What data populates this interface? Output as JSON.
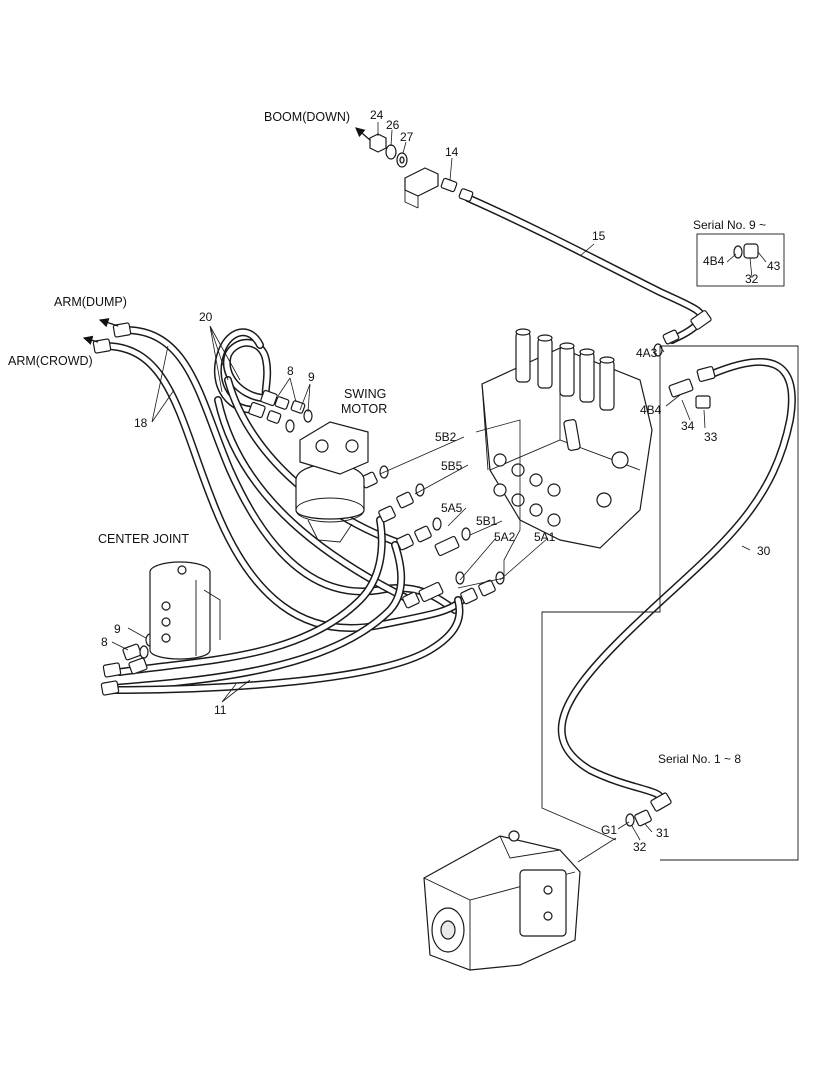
{
  "labels": {
    "boom_down": "BOOM(DOWN)",
    "arm_dump": "ARM(DUMP)",
    "arm_crowd": "ARM(CROWD)",
    "swing_motor_1": "SWING",
    "swing_motor_2": "MOTOR",
    "center_joint": "CENTER JOINT",
    "serial_9": "Serial No. 9 ~",
    "serial_1_8": "Serial No. 1 ~ 8"
  },
  "part_numbers": {
    "p24": "24",
    "p26": "26",
    "p27": "27",
    "p14": "14",
    "p15": "15",
    "p4b4_box": "4B4",
    "p32_box": "32",
    "p43": "43",
    "p20": "20",
    "p8_top": "8",
    "p9_top": "9",
    "p18": "18",
    "p4a3": "4A3",
    "p4b4": "4B4",
    "p34": "34",
    "p33": "33",
    "p5b2": "5B2",
    "p5b5": "5B5",
    "p5a5": "5A5",
    "p5b1": "5B1",
    "p5a2": "5A2",
    "p5a1": "5A1",
    "p30": "30",
    "p9_left": "9",
    "p8_left": "8",
    "p11": "11",
    "pg1": "G1",
    "p31": "31",
    "p32_bottom": "32"
  }
}
